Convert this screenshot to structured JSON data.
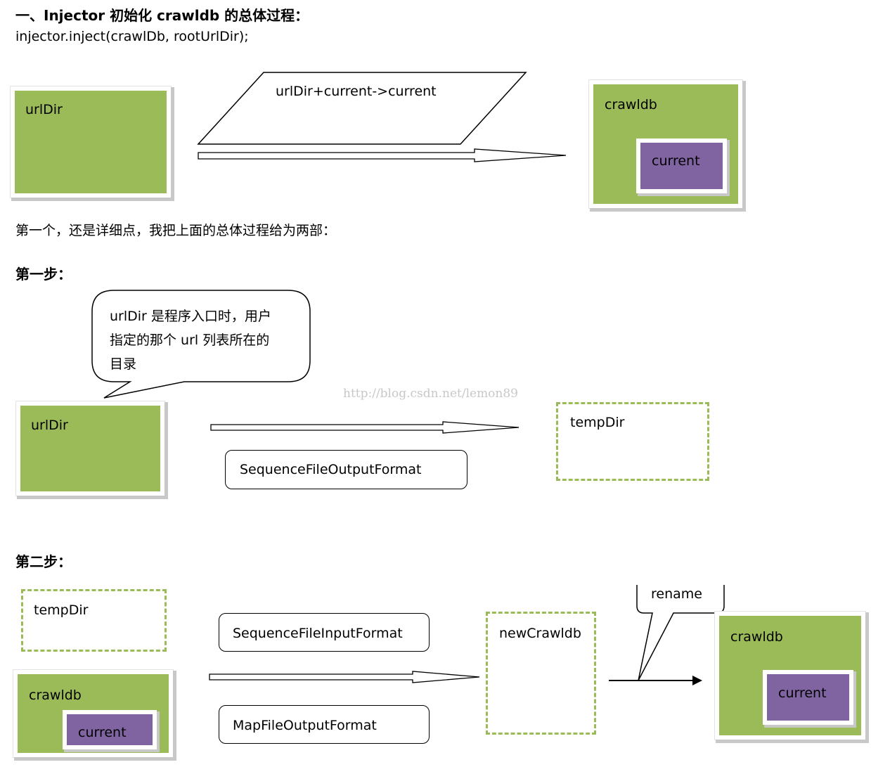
{
  "section1": {
    "heading": "一、Injector 初始化 crawldb 的总体过程：",
    "code": "injector.inject(crawlDb, rootUrlDir);",
    "urldir_label": "urlDir",
    "parallelogram_label": "urlDir+current->current",
    "crawldb_label": "crawldb",
    "current_label": "current"
  },
  "intro_text": "第一个，还是详细点，我把上面的总体过程给为两部：",
  "step1": {
    "heading": "第一步：",
    "callout_lines": [
      "urlDir  是程序入口时，用户",
      "指定的那个 url 列表所在的",
      "目录"
    ],
    "urldir_label": "urlDir",
    "format_label": "SequenceFileOutputFormat",
    "tempdir_label": "tempDir"
  },
  "watermark": "http://blog.csdn.net/lemon89",
  "step2": {
    "heading": "第二步：",
    "tempdir_label": "tempDir",
    "crawldb_label": "crawldb",
    "current_label": "current",
    "input_format_label": "SequenceFileInputFormat",
    "output_format_label": "MapFileOutputFormat",
    "newcrawldb_label": "newCrawldb",
    "rename_label": "rename",
    "result_crawldb_label": "crawldb",
    "result_current_label": "current"
  },
  "colors": {
    "green": "#9bbb59",
    "purple": "#8064a2"
  }
}
